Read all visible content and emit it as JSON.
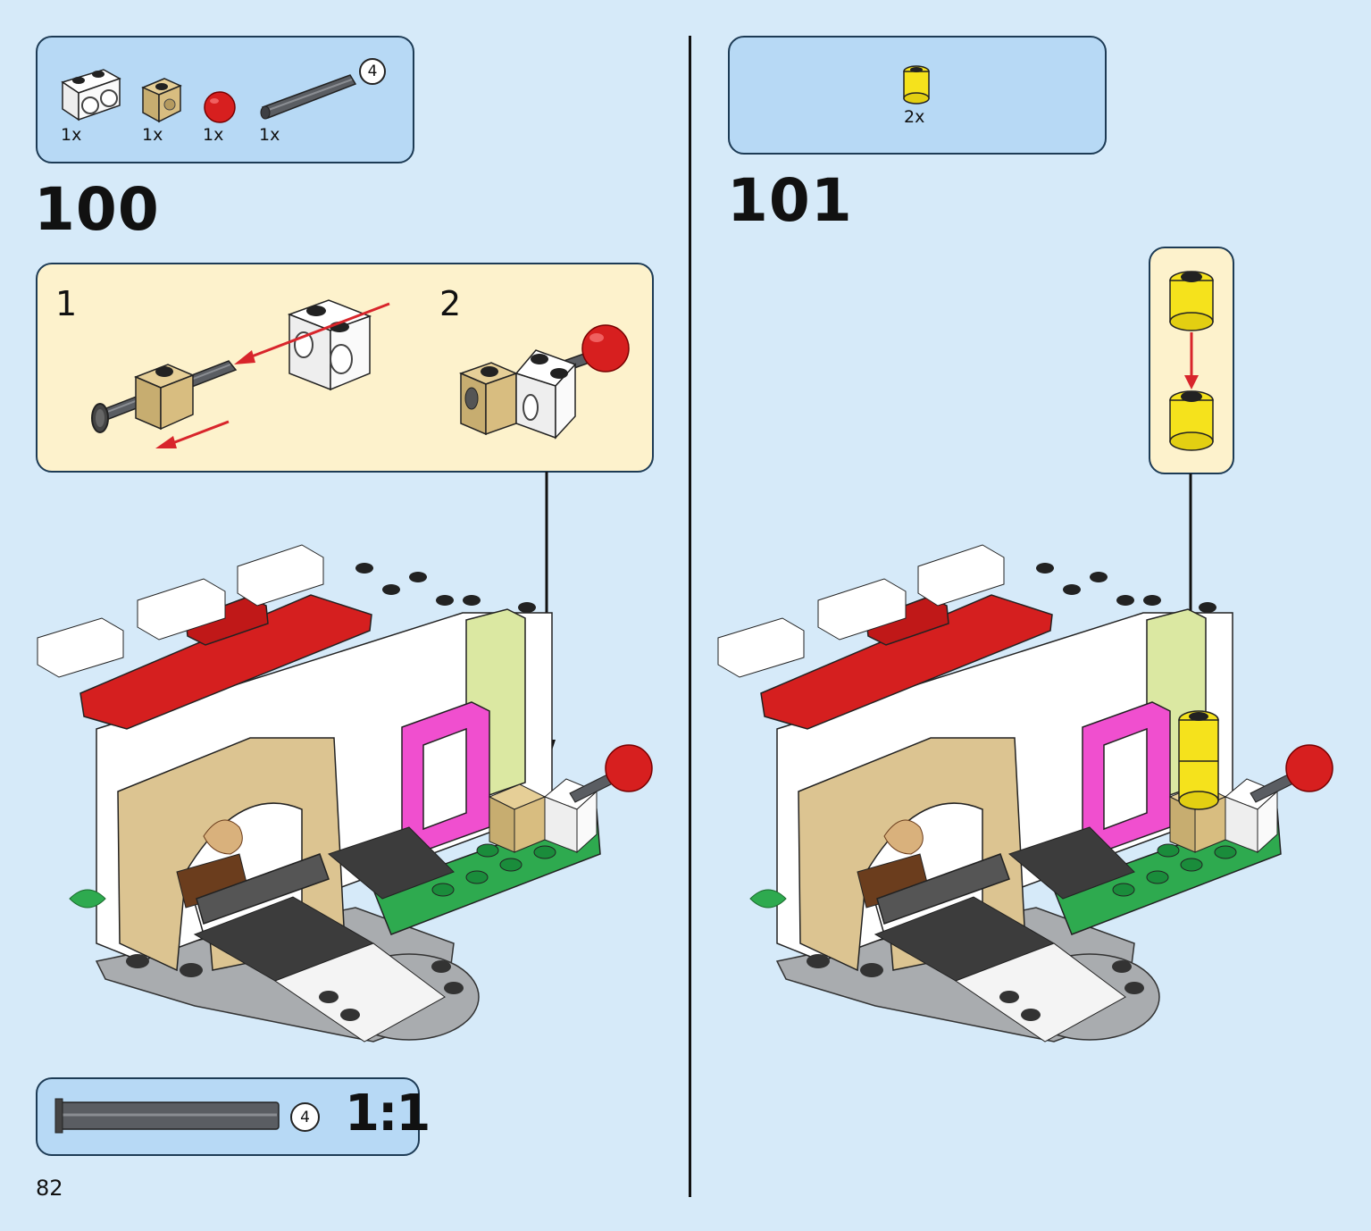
{
  "page_number": "82",
  "step_100": {
    "number": "100",
    "parts": [
      {
        "name": "white-technic-brick-1x2-icon",
        "qty": "1x"
      },
      {
        "name": "tan-technic-brick-1x1-icon",
        "qty": "1x"
      },
      {
        "name": "red-ball-icon",
        "qty": "1x"
      },
      {
        "name": "grey-axle-icon",
        "qty": "1x",
        "badge": "4"
      }
    ],
    "sub_steps": [
      "1",
      "2"
    ],
    "scale": {
      "badge": "4",
      "label": "1:1"
    }
  },
  "step_101": {
    "number": "101",
    "parts": [
      {
        "name": "yellow-round-brick-icon",
        "qty": "2x"
      }
    ]
  },
  "colors": {
    "background": "#d6eaf9",
    "parts_box": "#b7d9f5",
    "sub_box": "#fdf2cc",
    "arrow": "#d8252b"
  }
}
